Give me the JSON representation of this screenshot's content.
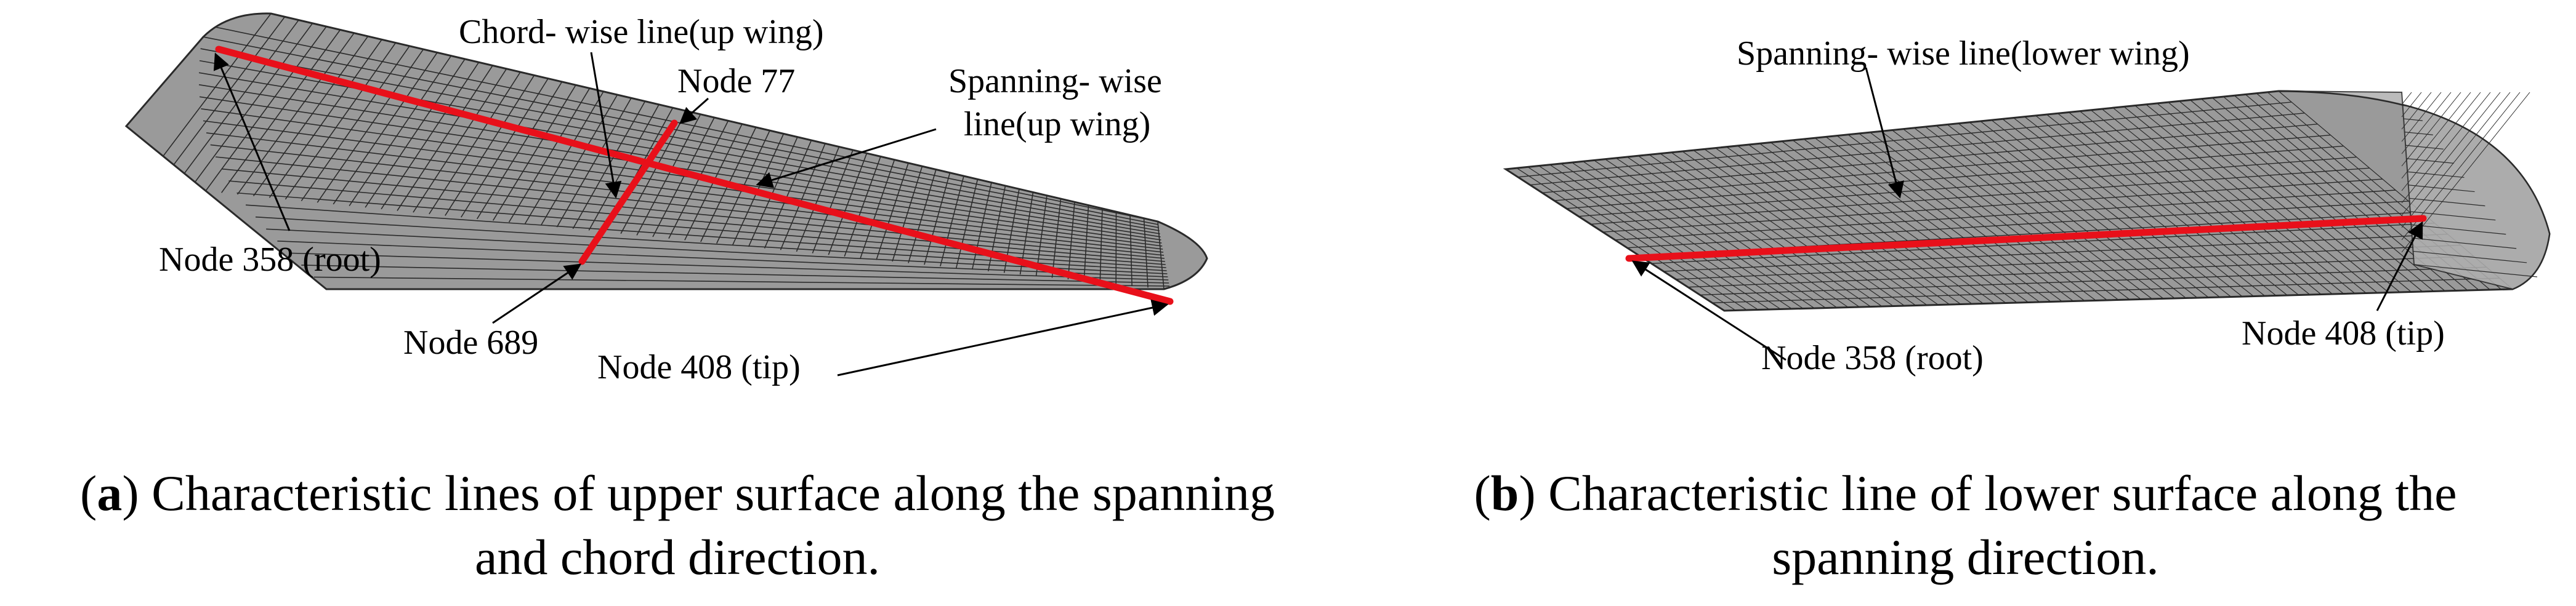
{
  "panel_a": {
    "labels": {
      "chord_wise": "Chord- wise line(up wing)",
      "node_77": "Node 77",
      "spanning_line1": "Spanning- wise",
      "spanning_line2": "line(up wing)",
      "node_358": "Node 358 (root)",
      "node_689": "Node 689",
      "node_408": "Node 408 (tip)"
    },
    "caption": {
      "letter": "a",
      "line1": ") Characteristic lines of upper surface along the spanning",
      "line2": "and chord direction."
    }
  },
  "panel_b": {
    "labels": {
      "spanning_lower": "Spanning- wise line(lower wing)",
      "node_358": "Node 358 (root)",
      "node_408": "Node 408 (tip)"
    },
    "caption": {
      "letter": "b",
      "line1": ") Characteristic line of lower surface along the",
      "line2": "spanning direction."
    }
  },
  "colors": {
    "mesh_fill": "#9a9a9a",
    "mesh_line": "#2a2a2a",
    "highlight": "#e8101a"
  }
}
